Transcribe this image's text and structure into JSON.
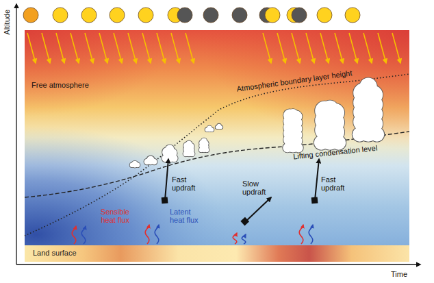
{
  "diagram": {
    "nodes": [
      {
        "text": [
          "Land surface"
        ]
      }
    ],
    "labels": [
      "Altitude",
      "Free atmosphere",
      "Atmospheric boundary layer height",
      "Lifting condensation level",
      "Fast updraft",
      "Sensible heat flux",
      "Latent heat flux",
      "Slow updraft",
      "Fast updraft",
      "Time"
    ]
  }
}
